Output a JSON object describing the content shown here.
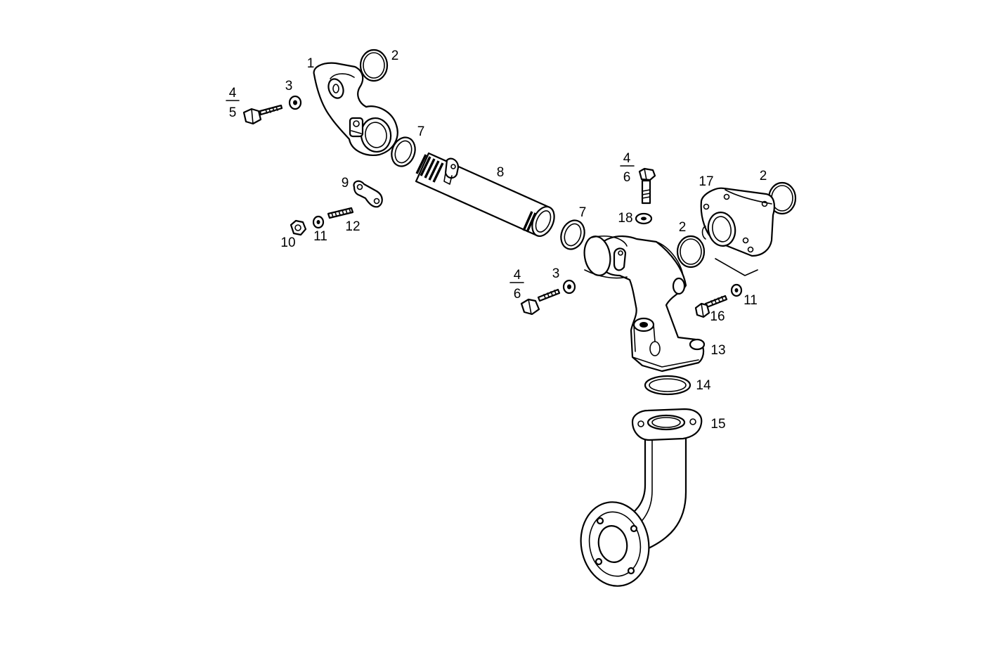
{
  "labels": {
    "l1": "1",
    "l2a": "2",
    "l2b": "2",
    "l2c": "2",
    "l3a": "3",
    "l3b": "3",
    "l4a": "4",
    "l5": "5",
    "l4b": "4",
    "l6a": "6",
    "l4c": "4",
    "l6b": "6",
    "l7a": "7",
    "l7b": "7",
    "l8": "8",
    "l9": "9",
    "l10": "10",
    "l11a": "11",
    "l11b": "11",
    "l12": "12",
    "l13": "13",
    "l14": "14",
    "l15": "15",
    "l16": "16",
    "l17": "17",
    "l18": "18"
  }
}
